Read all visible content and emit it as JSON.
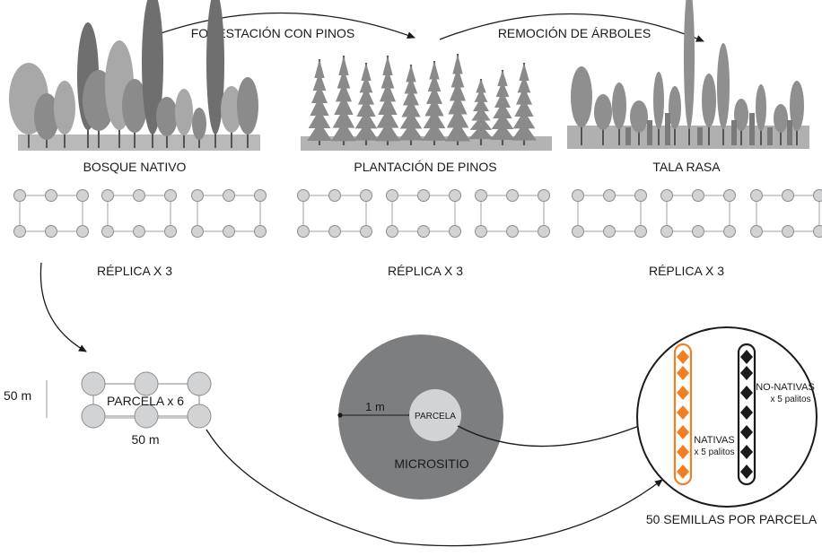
{
  "stages": {
    "native_forest": "BOSQUE NATIVO",
    "pine_plantation": "PLANTACIÓN DE PINOS",
    "clear_cut": "TALA RASA"
  },
  "transitions": {
    "afforestation": "FORESTACIÓN CON PINOS",
    "tree_removal": "REMOCIÓN DE ÁRBOLES"
  },
  "replicates": {
    "native_forest": "RÉPLICA X 3",
    "pine_plantation": "RÉPLICA X 3",
    "clear_cut": "RÉPLICA X 3"
  },
  "plot_detail": {
    "label": "PARCELA x 6",
    "height": "50 m",
    "width": "50 m"
  },
  "microsite": {
    "label": "MICROSITIO",
    "center_label": "PARCELA",
    "radius": "1 m"
  },
  "seeds": {
    "native": {
      "label": "NATIVAS",
      "count": "x 5 palitos",
      "color": "#f07f24"
    },
    "non_native": {
      "label": "NO-NATIVAS",
      "count": "x 5 palitos",
      "color": "#1a1a1a"
    },
    "caption": "50 SEMILLAS POR PARCELA"
  },
  "colors": {
    "node_fill": "#d2d3d5",
    "node_stroke": "#8c8c8c",
    "microsite_fill": "#7d7e80",
    "tree_gray": "#8a8a8a"
  }
}
